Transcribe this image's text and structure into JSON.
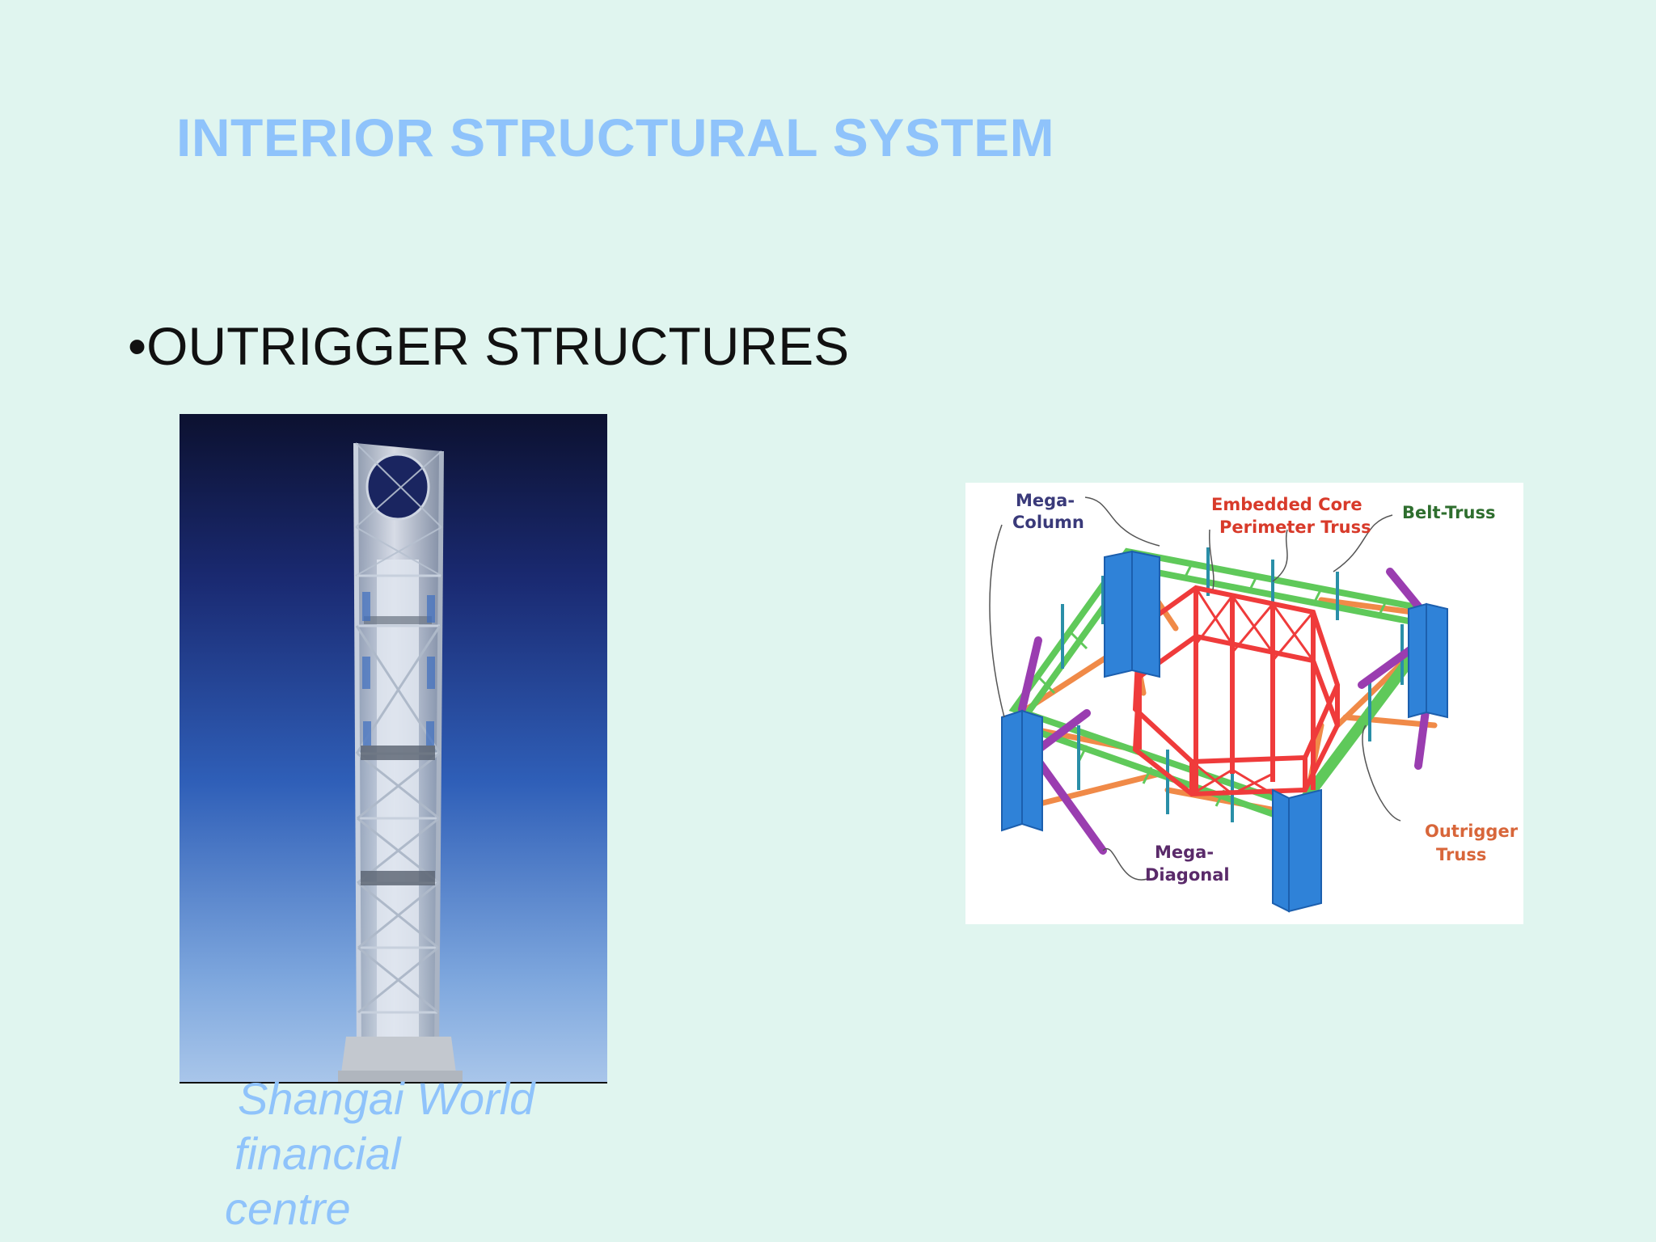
{
  "slide": {
    "title": "INTERIOR STRUCTURAL SYSTEM",
    "bullet": "•OUTRIGGER STRUCTURES",
    "caption": {
      "line1": "Shangai World",
      "line2": "financial",
      "line3": "centre"
    }
  },
  "diagram": {
    "labels": {
      "mega_column_1": "Mega-",
      "mega_column_2": "Column",
      "embedded_core_1": "Embedded Core",
      "embedded_core_2": "Perimeter Truss",
      "belt_truss": "Belt-Truss",
      "outrigger_1": "Outrigger",
      "outrigger_2": "Truss",
      "mega_diagonal_1": "Mega-",
      "mega_diagonal_2": "Diagonal"
    }
  },
  "colors": {
    "background": "#e0f5ef",
    "title": "#8fc3fb",
    "bullet": "#111111",
    "caption": "#8fc3fb",
    "label_mega_column": "#3a3a7a",
    "label_embedded_core": "#d83a2a",
    "label_belt_truss": "#2e6e2e",
    "label_outrigger": "#d8663a",
    "label_mega_diagonal": "#5a2a6a"
  }
}
